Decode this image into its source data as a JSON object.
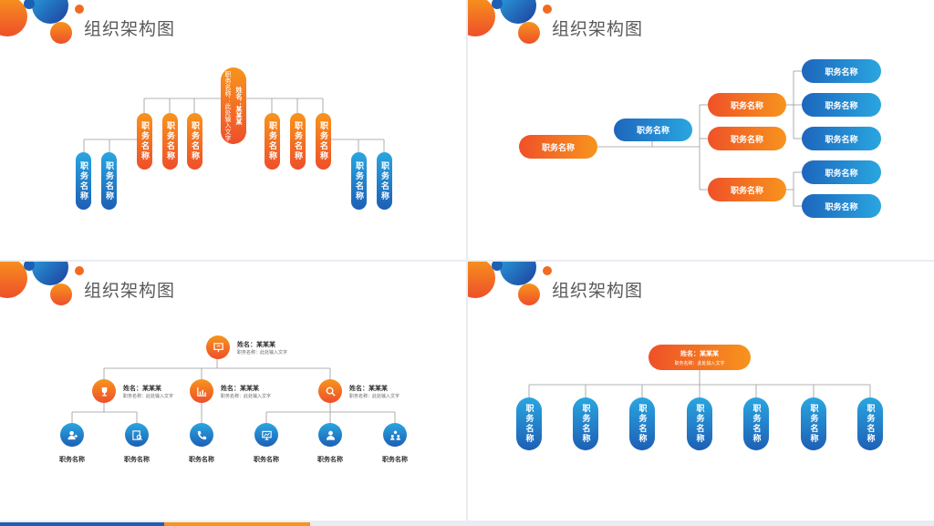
{
  "colors": {
    "orange": "#f7941d",
    "red_orange": "#ee4f2a",
    "blue_light": "#2aa6e0",
    "blue_dark": "#1d5fb5",
    "line": "#9a9a9a"
  },
  "slide1": {
    "title": "组织架构图",
    "root": {
      "name": "姓名：某某某",
      "desc": "职务名称：此处输入文字"
    },
    "level2": [
      "职务名称",
      "职务名称",
      "职务名称",
      "职务名称",
      "职务名称",
      "职务名称"
    ],
    "level3": [
      "职务名称",
      "职务名称",
      "职务名称",
      "职务名称"
    ]
  },
  "slide2": {
    "title": "组织架构图",
    "root": "职务名称",
    "level1": "职务名称",
    "level2": [
      "职务名称",
      "职务名称",
      "职务名称"
    ],
    "level3": [
      "职务名称",
      "职务名称",
      "职务名称",
      "职务名称",
      "职务名称"
    ]
  },
  "slide3": {
    "title": "组织架构图",
    "root": {
      "name": "姓名：某某某",
      "desc": "职务名称：此处输入文字",
      "icon": "presentation-icon"
    },
    "level2": [
      {
        "name": "姓名：某某某",
        "desc": "职务名称：此处输入文字",
        "icon": "trophy-icon"
      },
      {
        "name": "姓名：某某某",
        "desc": "职务名称：此处输入文字",
        "icon": "bar-chart-icon"
      },
      {
        "name": "姓名：某某某",
        "desc": "职务名称：此处输入文字",
        "icon": "search-icon"
      }
    ],
    "level3": [
      {
        "label": "职务名称",
        "icon": "user-add-icon"
      },
      {
        "label": "职务名称",
        "icon": "document-search-icon"
      },
      {
        "label": "职务名称",
        "icon": "phone-icon"
      },
      {
        "label": "职务名称",
        "icon": "monitor-chart-icon"
      },
      {
        "label": "职务名称",
        "icon": "user-icon"
      },
      {
        "label": "职务名称",
        "icon": "team-icon"
      }
    ]
  },
  "slide4": {
    "title": "组织架构图",
    "root": {
      "name": "姓名：某某某",
      "desc": "职务名称：此处输入文字"
    },
    "children": [
      "职务名称",
      "职务名称",
      "职务名称",
      "职务名称",
      "职务名称",
      "职务名称",
      "职务名称"
    ]
  }
}
